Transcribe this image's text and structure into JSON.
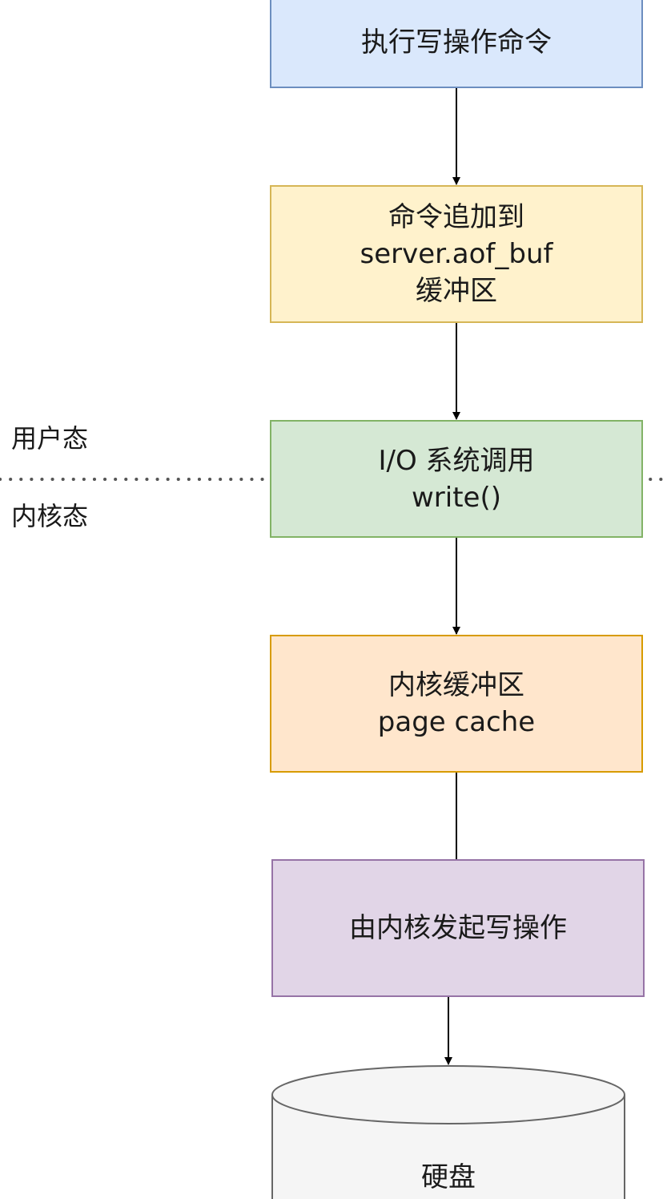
{
  "colors": {
    "box_blue_fill": "#dae8fc",
    "box_blue_border": "#6c8ebf",
    "box_yellow_fill": "#fff2cc",
    "box_yellow_border": "#d6b656",
    "box_green_fill": "#d5e8d4",
    "box_green_border": "#82b366",
    "box_orange_fill": "#ffe6cc",
    "box_orange_border": "#d79b00",
    "box_purple_fill": "#e1d5e7",
    "box_purple_border": "#9673a6",
    "disk_fill": "#f5f5f5",
    "disk_border": "#666666",
    "line": "#000000"
  },
  "nodes": [
    {
      "id": "exec-write",
      "lines": [
        "执行写操作命令"
      ]
    },
    {
      "id": "append-buf",
      "lines": [
        "命令追加到",
        "server.aof_buf",
        "缓冲区"
      ]
    },
    {
      "id": "io-syscall",
      "lines": [
        "I/O 系统调用",
        "write()"
      ]
    },
    {
      "id": "page-cache",
      "lines": [
        "内核缓冲区",
        "page cache"
      ]
    },
    {
      "id": "kernel-write",
      "lines": [
        "由内核发起写操作"
      ]
    },
    {
      "id": "disk",
      "lines": [
        "硬盘"
      ]
    }
  ],
  "zones": {
    "user_space": "用户态",
    "kernel_space": "内核态"
  }
}
